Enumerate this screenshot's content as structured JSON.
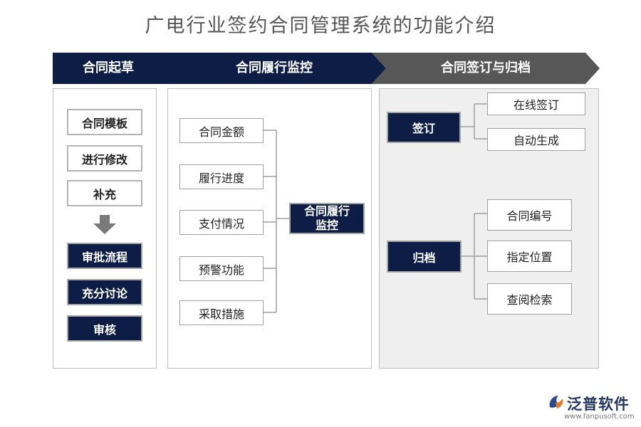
{
  "title": "广电行业签约合同管理系统的功能介绍",
  "colors": {
    "navy": "#0d1d45",
    "gray_arrow": "#575757",
    "panel_gray": "#efefef",
    "border": "#b3b3b3"
  },
  "header": {
    "draft": "合同起草",
    "monitor": "合同履行监控",
    "sign_archive": "合同签订与归档"
  },
  "draft": {
    "items_top": [
      "合同模板",
      "进行修改",
      "补充"
    ],
    "arrow_icon": "down-arrow-icon",
    "items_bottom": [
      "审批流程",
      "充分讨论",
      "审核"
    ]
  },
  "monitor": {
    "items": [
      "合同金额",
      "履行进度",
      "支付情况",
      "预警功能",
      "采取措施"
    ],
    "center_line1": "合同履行",
    "center_line2": "监控"
  },
  "sign": {
    "label": "签订",
    "children": [
      "在线签订",
      "自动生成"
    ]
  },
  "archive": {
    "label": "归档",
    "children": [
      "合同编号",
      "指定位置",
      "查阅检索"
    ]
  },
  "logo": {
    "name": "泛普软件",
    "url": "www.fanpusoft.com",
    "icon": "fanpu-logo-icon"
  }
}
